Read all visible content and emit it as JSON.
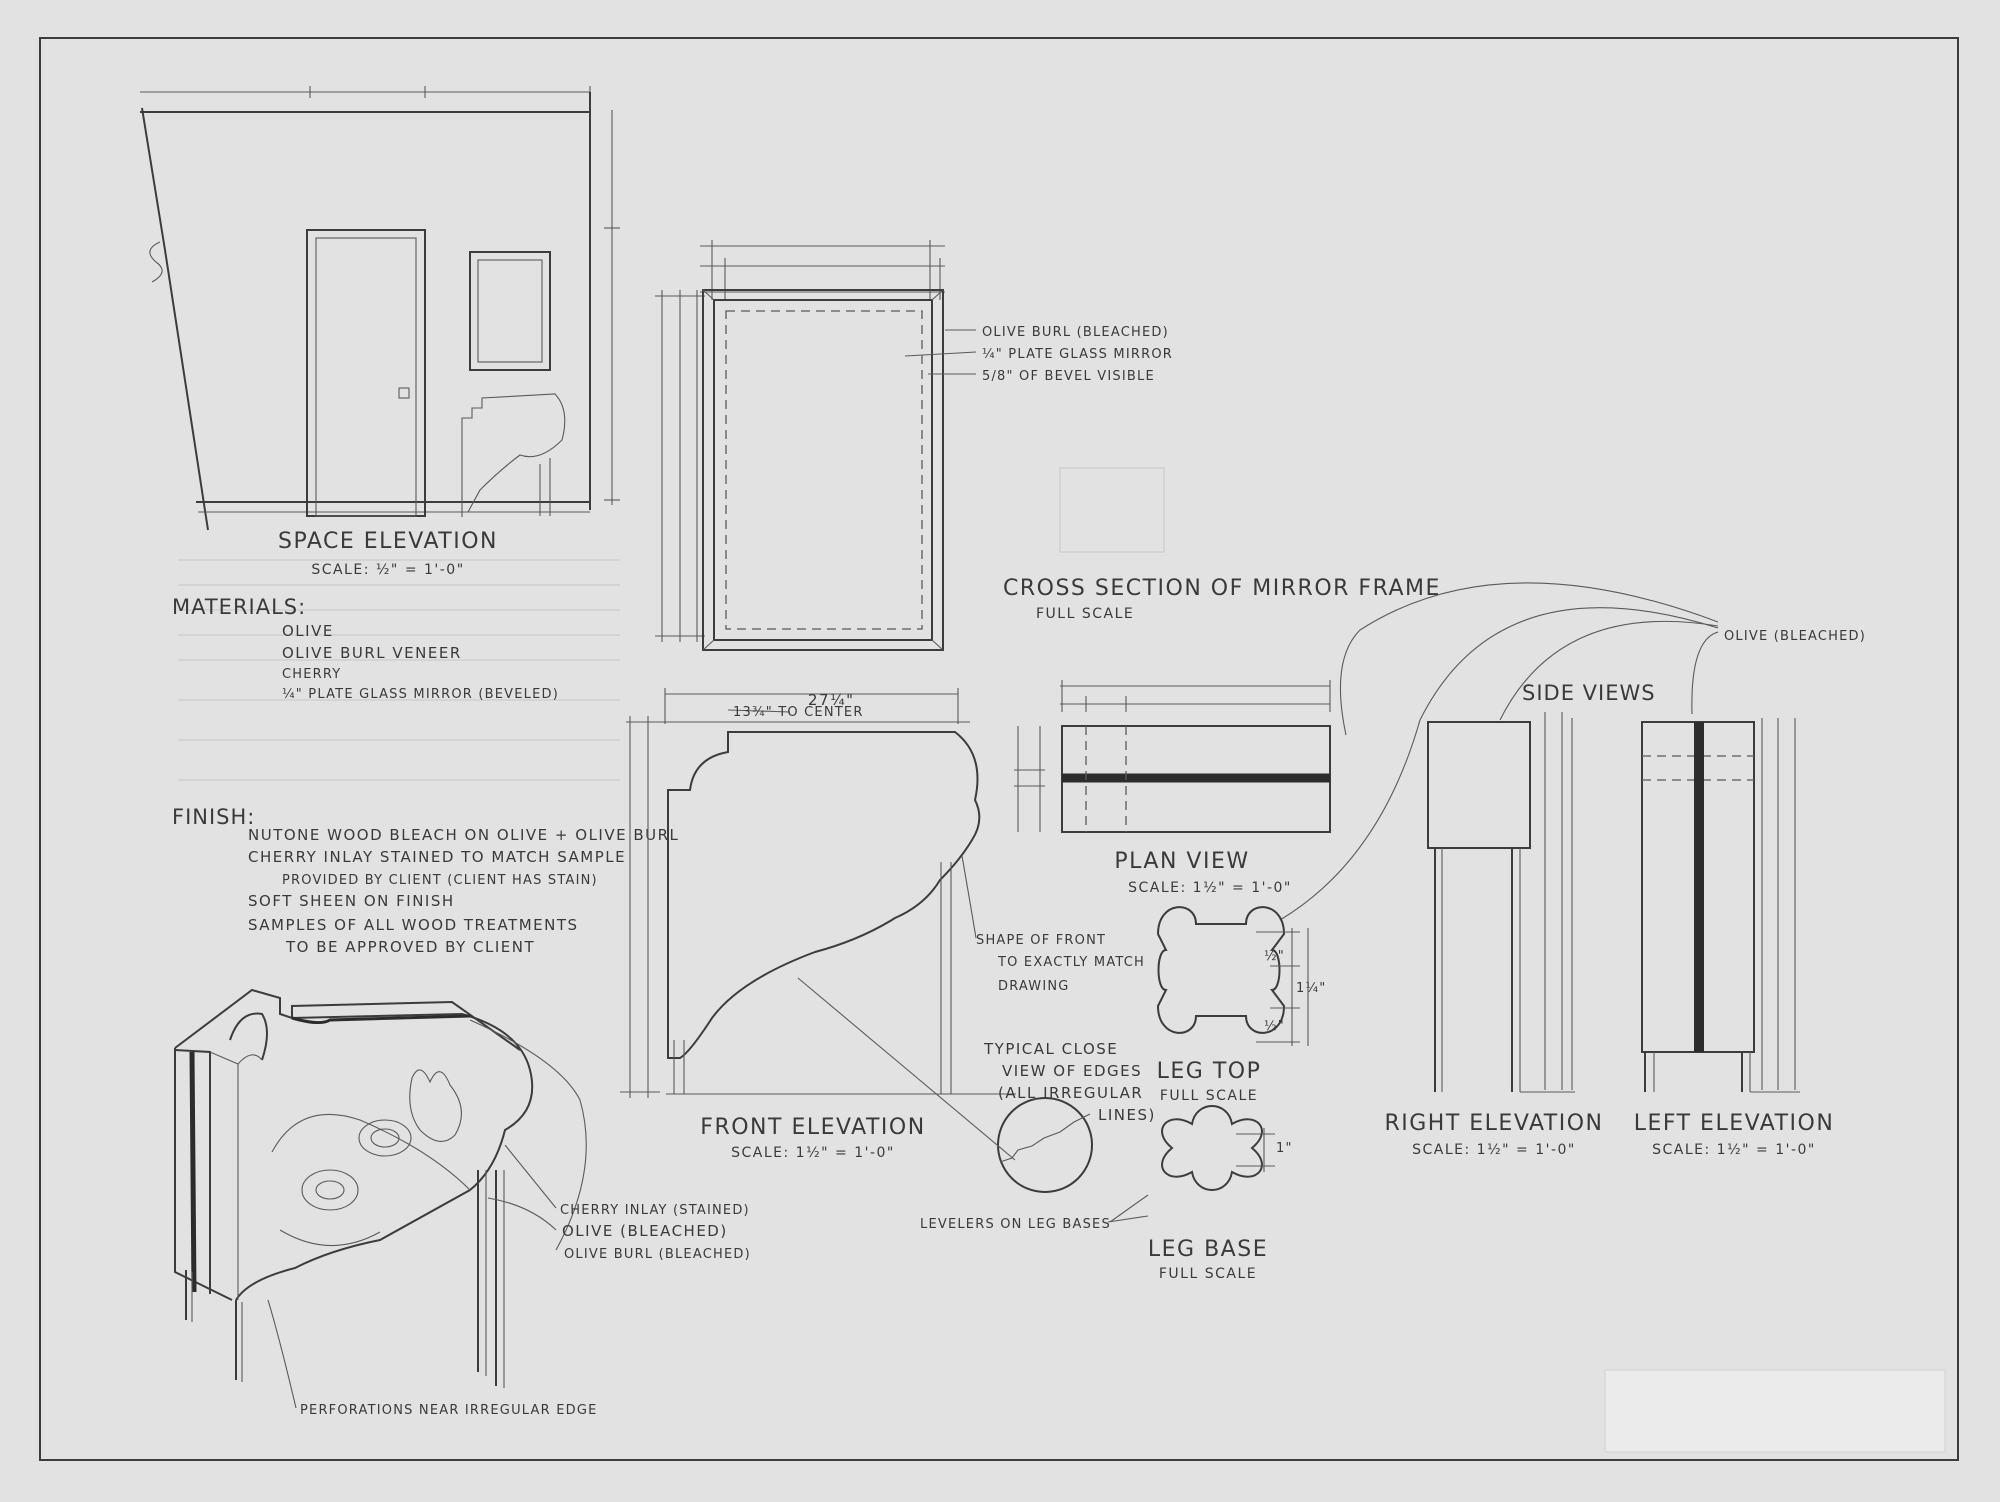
{
  "space_elevation": {
    "title": "SPACE ELEVATION",
    "scale": "SCALE: ½\" = 1'-0\""
  },
  "materials": {
    "heading": "MATERIALS:",
    "items": [
      "OLIVE",
      "OLIVE BURL VENEER",
      "CHERRY",
      "¼\" PLATE GLASS MIRROR (BEVELED)"
    ]
  },
  "finish": {
    "heading": "FINISH:",
    "lines": [
      "NUTONE WOOD BLEACH ON OLIVE + OLIVE BURL",
      "CHERRY INLAY STAINED TO MATCH SAMPLE",
      "PROVIDED BY CLIENT (CLIENT HAS STAIN)",
      "SOFT SHEEN ON FINISH",
      "SAMPLES OF ALL WOOD TREATMENTS",
      "TO BE APPROVED BY CLIENT"
    ]
  },
  "mirror": {
    "callouts": [
      "OLIVE BURL (BLEACHED)",
      "¼\" PLATE GLASS MIRROR",
      "5/8\" OF BEVEL VISIBLE"
    ],
    "cross_section_title": "CROSS SECTION OF MIRROR FRAME",
    "cross_section_scale": "FULL SCALE"
  },
  "front_elevation": {
    "title": "FRONT ELEVATION",
    "scale": "SCALE: 1½\" = 1'-0\"",
    "width_dim": "27¼\"",
    "center_dim": "13¾\" TO CENTER",
    "shape_note": [
      "SHAPE OF FRONT",
      "TO EXACTLY MATCH",
      "DRAWING"
    ]
  },
  "plan_view": {
    "title": "PLAN VIEW",
    "scale": "SCALE: 1½\" = 1'-0\""
  },
  "side_views": {
    "heading": "SIDE VIEWS",
    "callout": "OLIVE (BLEACHED)",
    "right_title": "RIGHT ELEVATION",
    "right_scale": "SCALE: 1½\" = 1'-0\"",
    "left_title": "LEFT ELEVATION",
    "left_scale": "SCALE: 1½\" = 1'-0\""
  },
  "edges": {
    "note": [
      "TYPICAL CLOSE",
      "VIEW OF EDGES",
      "(ALL IRREGULAR",
      "LINES)"
    ]
  },
  "leg_top": {
    "title": "LEG TOP",
    "scale": "FULL SCALE",
    "dims": [
      "½\"",
      "1¼\"",
      "½\""
    ]
  },
  "leg_base": {
    "title": "LEG BASE",
    "scale": "FULL SCALE",
    "dim": "1\"",
    "levelers": "LEVELERS ON LEG BASES"
  },
  "isometric": {
    "callouts": [
      "CHERRY INLAY (STAINED)",
      "OLIVE (BLEACHED)",
      "OLIVE BURL (BLEACHED)"
    ],
    "perforations": "PERFORATIONS NEAR IRREGULAR EDGE"
  }
}
